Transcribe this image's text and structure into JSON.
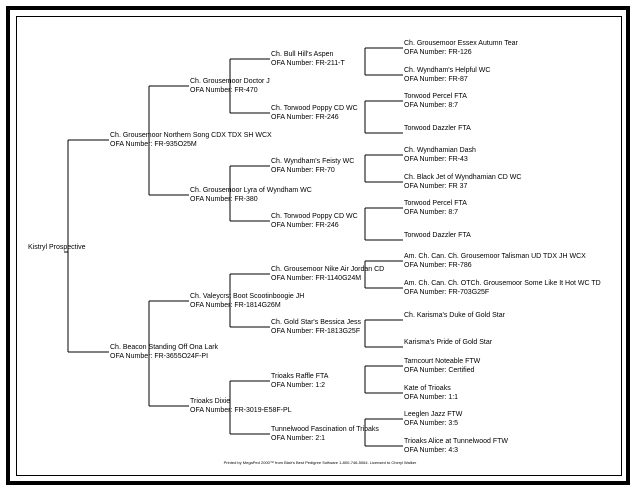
{
  "subject": {
    "name": "Kistryl Prospective",
    "ofa": ""
  },
  "ofa_prefix": "OFA Number: ",
  "gen1": [
    {
      "name": "Ch. Grousemoor Northern Song CDX TDX SH WCX",
      "ofa": "FR-935O25M"
    },
    {
      "name": "Ch. Beacon Standing Off Ona Lark",
      "ofa": "FR-3655O24F-PI"
    }
  ],
  "gen2": [
    {
      "name": "Ch. Grousemoor Doctor J",
      "ofa": "FR-470"
    },
    {
      "name": "Ch. Grousemoor Lyra of Wyndham WC",
      "ofa": "FR-380"
    },
    {
      "name": "Ch. Valeycrst Boot Scootinboogie JH",
      "ofa": "FR-1814G26M"
    },
    {
      "name": "Trioaks Dixie",
      "ofa": "FR-3019-E58F-PL"
    }
  ],
  "gen3": [
    {
      "name": "Ch. Bull Hill's Aspen",
      "ofa": "FR-211-T"
    },
    {
      "name": "Ch. Torwood Poppy CD WC",
      "ofa": "FR-246"
    },
    {
      "name": "Ch. Wyndham's Feisty WC",
      "ofa": "FR-70"
    },
    {
      "name": "Ch. Torwood Poppy CD WC",
      "ofa": "FR-246"
    },
    {
      "name": "Ch. Grousemoor Nike Air Jordan CD",
      "ofa": "FR-1140G24M"
    },
    {
      "name": "Ch. Gold Star's Bessica Jess",
      "ofa": "FR-1813G25F"
    },
    {
      "name": "Trioaks Raffle FTA",
      "ofa": "1:2"
    },
    {
      "name": "Tunnelwood Fascination of Trioaks",
      "ofa": "2:1"
    }
  ],
  "gen4": [
    {
      "name": "Ch. Grousemoor Essex Autumn Tear",
      "ofa": "FR-126"
    },
    {
      "name": "Ch. Wyndham's Helpful WC",
      "ofa": "FR-87"
    },
    {
      "name": "Torwood Percel FTA",
      "ofa": "8:7"
    },
    {
      "name": "Torwood Dazzler FTA",
      "ofa": ""
    },
    {
      "name": "Ch. Wyndhamian Dash",
      "ofa": "FR-43"
    },
    {
      "name": "Ch. Black Jet of Wyndhamian CD WC",
      "ofa": "FR 37"
    },
    {
      "name": "Torwood Percel FTA",
      "ofa": "8:7"
    },
    {
      "name": "Torwood Dazzler FTA",
      "ofa": ""
    },
    {
      "name": "Am. Ch. Can. Ch. Grousemoor Talisman UD TDX JH WCX",
      "ofa": "FR-786"
    },
    {
      "name": "Am. Ch. Can. Ch. OTCh. Grousemoor Some Like It Hot WC TD",
      "ofa": "FR-703G25F"
    },
    {
      "name": "Ch. Karisma's Duke of Gold Star",
      "ofa": ""
    },
    {
      "name": "Karisma's Pride of Gold Star",
      "ofa": ""
    },
    {
      "name": "Tarncourt Noteable FTW",
      "ofa": "Certified"
    },
    {
      "name": "Kate of Trioaks",
      "ofa": "1:1"
    },
    {
      "name": "Leeglen Jazz FTW",
      "ofa": "3:5"
    },
    {
      "name": "Trioaks Alice at Tunnelwood FTW",
      "ofa": "4:3"
    }
  ],
  "footer": "Printed by MegaPed 2000™ from Blair's Best Pedigree Software 1-800-746-5064. Licensed to Cheryl Walker"
}
